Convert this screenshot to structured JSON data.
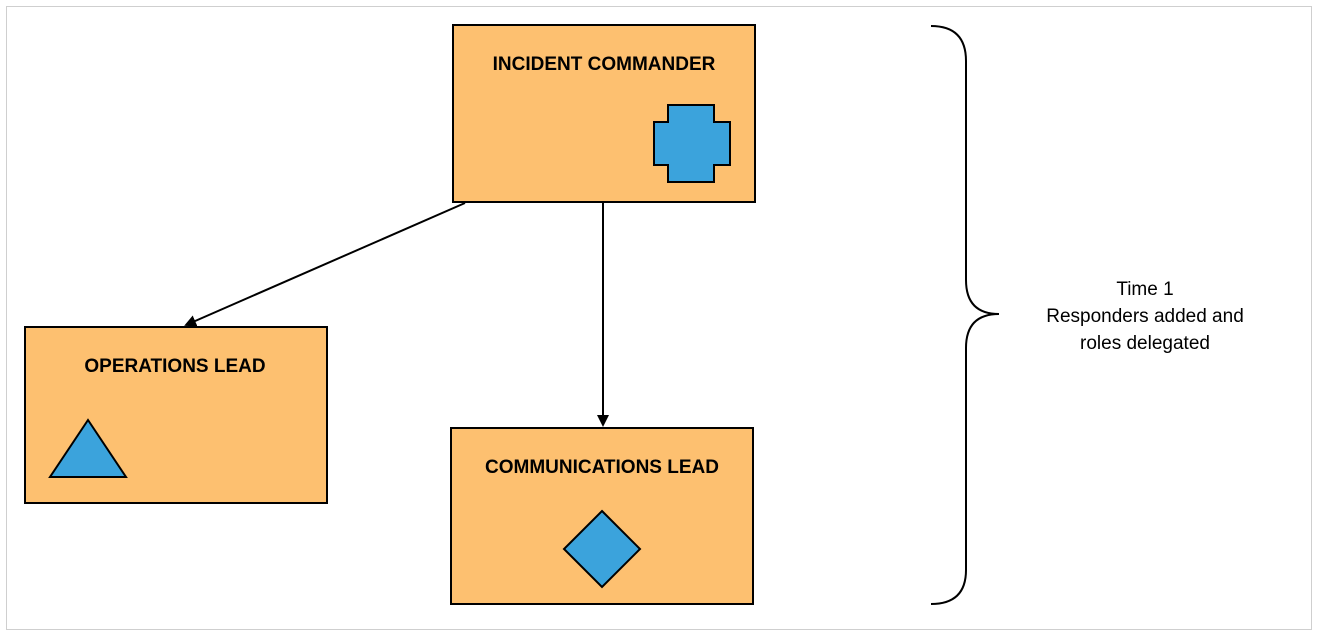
{
  "diagram": {
    "nodes": {
      "incident_commander": {
        "title": "INCIDENT COMMANDER",
        "icon": "cross-icon"
      },
      "operations_lead": {
        "title": "OPERATIONS LEAD",
        "icon": "triangle-icon"
      },
      "communications_lead": {
        "title": "COMMUNICATIONS LEAD",
        "icon": "diamond-icon"
      }
    },
    "edges": [
      {
        "from": "incident_commander",
        "to": "operations_lead"
      },
      {
        "from": "incident_commander",
        "to": "communications_lead"
      }
    ],
    "annotation": {
      "line1": "Time 1",
      "line2": "Responders added and",
      "line3": "roles delegated"
    },
    "colors": {
      "box_fill": "#FDC070",
      "icon_fill": "#3BA3DC",
      "stroke": "#000000"
    }
  }
}
